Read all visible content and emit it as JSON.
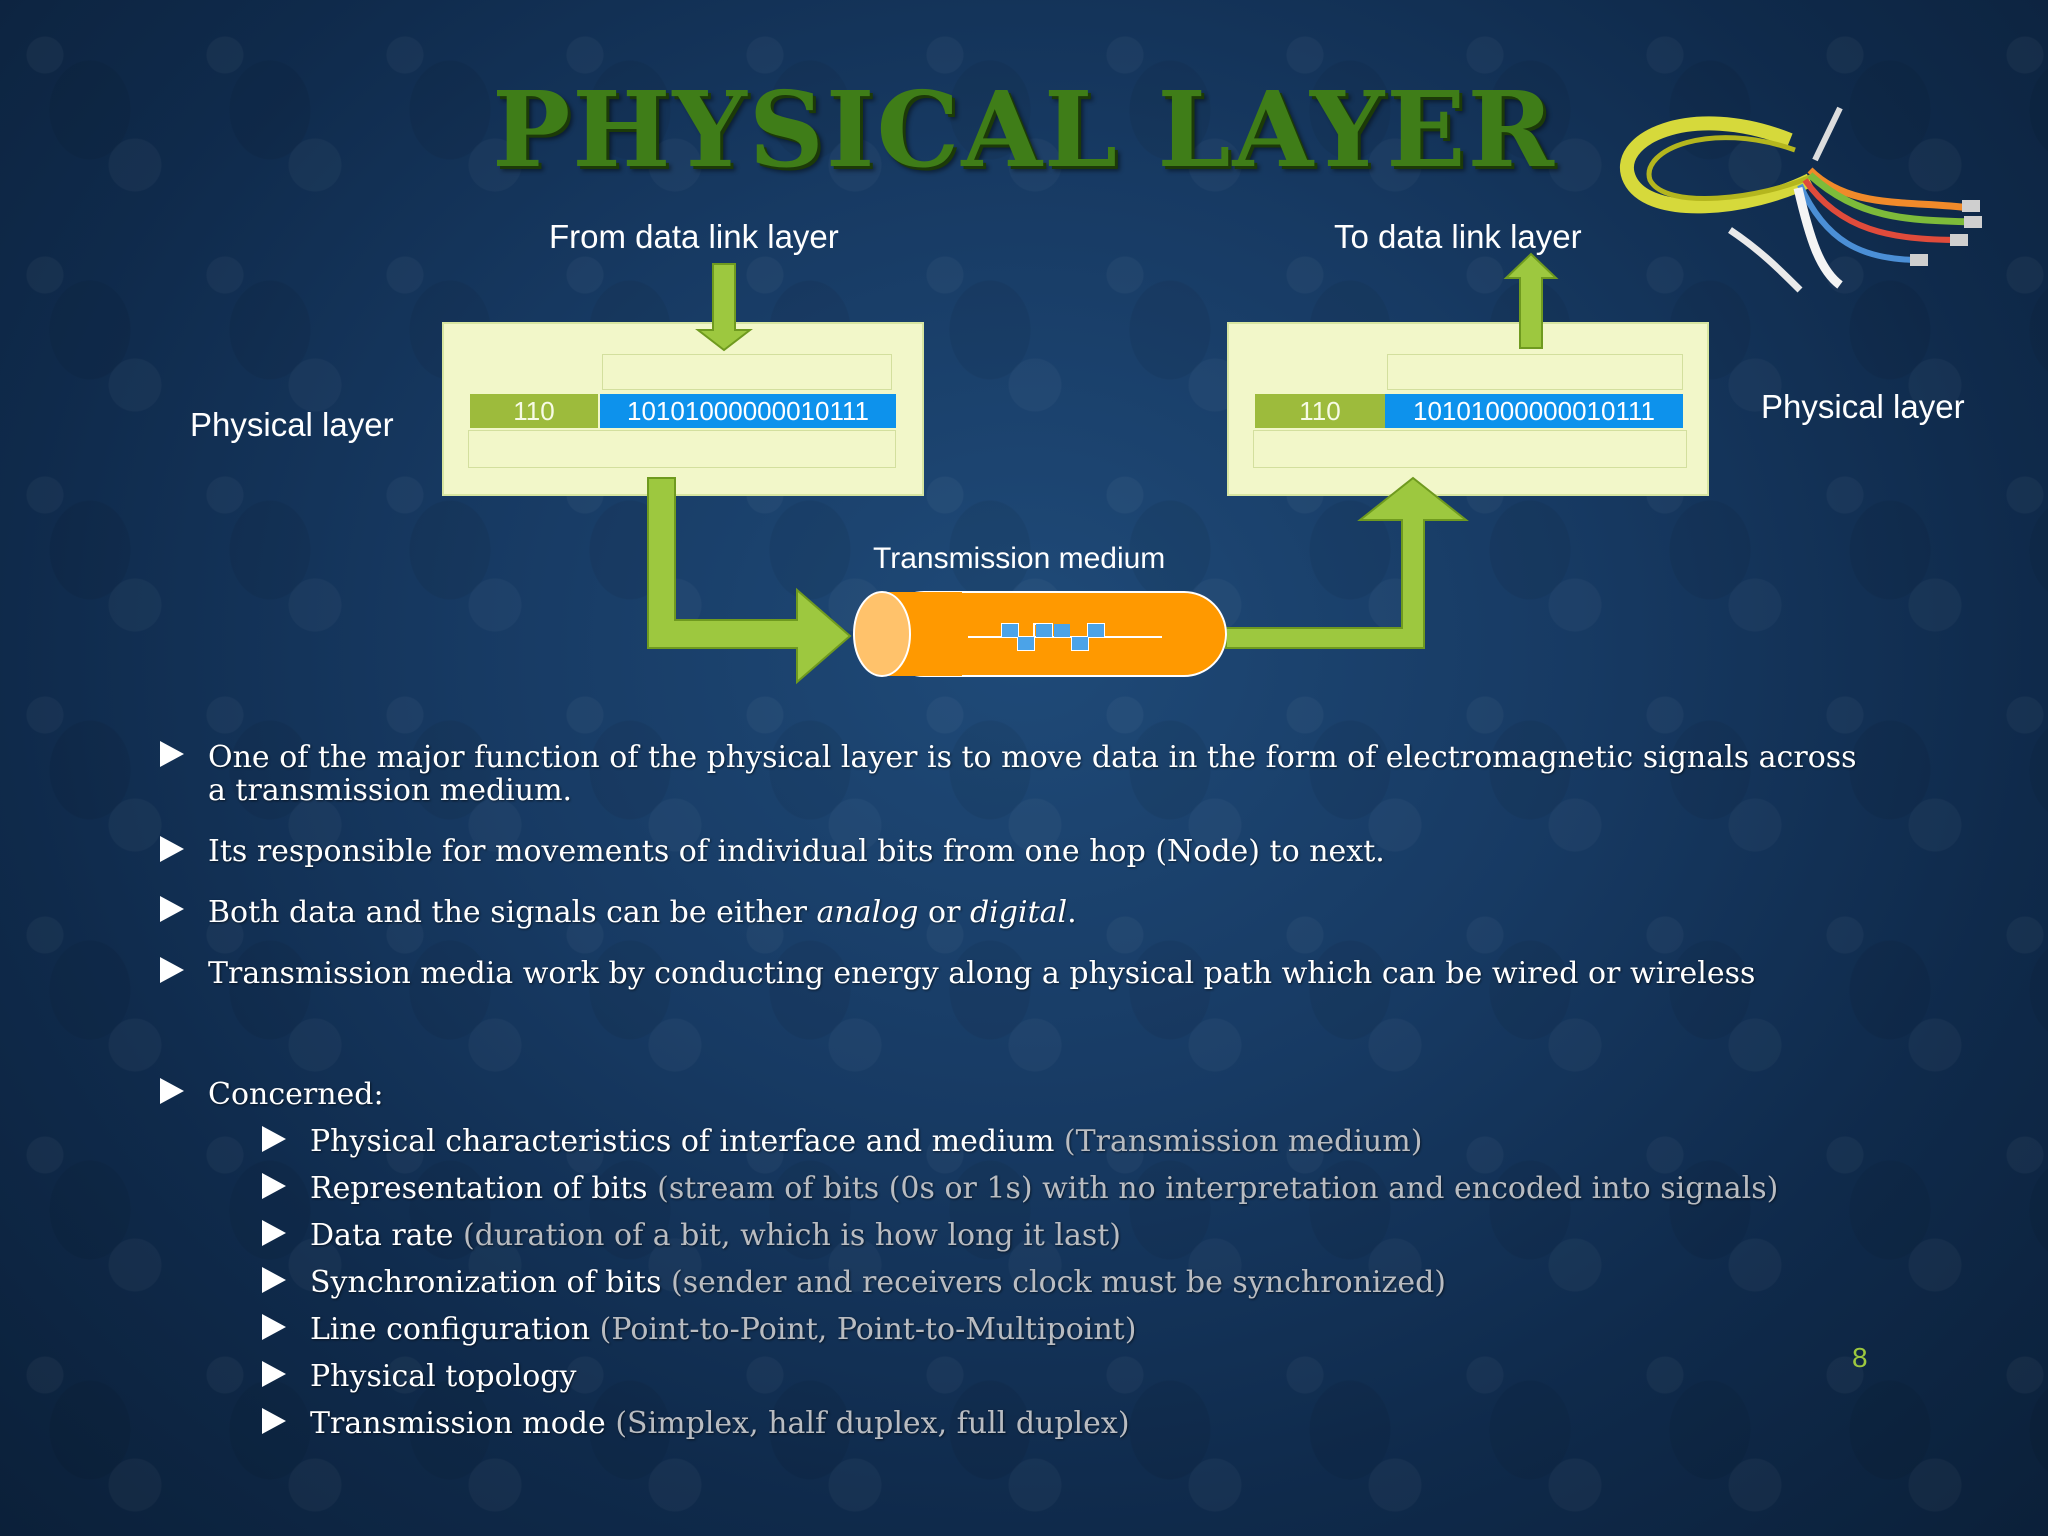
{
  "title": "PHYSICAL LAYER",
  "diagram": {
    "from_label": "From data link layer",
    "to_label": "To data link layer",
    "left_side_label": "Physical layer",
    "right_side_label": "Physical layer",
    "medium_label": "Transmission medium",
    "sender": {
      "header": "110",
      "bits": "10101000000010111"
    },
    "receiver": {
      "header": "110",
      "bits": "10101000000010111"
    }
  },
  "bullets": [
    {
      "line1": "One of the major function of the physical layer is to move data in the form of electromagnetic signals across",
      "line2": "a transmission medium."
    },
    {
      "text": "Its responsible for movements of individual bits from one hop (Node) to next."
    },
    {
      "pre": "Both data and the signals can be either ",
      "em1": "analog",
      "mid": " or ",
      "em2": "digital",
      "post": "."
    },
    {
      "text": "Transmission media work by conducting energy along a physical path which can be wired or wireless"
    },
    {
      "text": "Concerned:"
    }
  ],
  "sub_bullets": [
    {
      "main": "Physical characteristics of interface and medium",
      "note": " (Transmission medium)"
    },
    {
      "main": "Representation of bits",
      "note": " (stream of bits (0s or 1s) with no interpretation and encoded into signals)"
    },
    {
      "main": "Data rate",
      "note": " (duration of a bit, which is how long it last)"
    },
    {
      "main": "Synchronization of bits",
      "note": " (sender and receivers clock must be synchronized)"
    },
    {
      "main": "Line configuration",
      "note": " (Point-to-Point, Point-to-Multipoint)"
    },
    {
      "main": "Physical topology",
      "note": ""
    },
    {
      "main": "Transmission mode",
      "note": " (Simplex, half duplex, full duplex)"
    }
  ],
  "page_number": "8",
  "colors": {
    "title": "#3f7d18",
    "arrow": "#9dc83f",
    "bits": "#0d92ec",
    "header": "#9dbb3c",
    "medium": "#ff9900",
    "box": "#f2f7c9"
  }
}
